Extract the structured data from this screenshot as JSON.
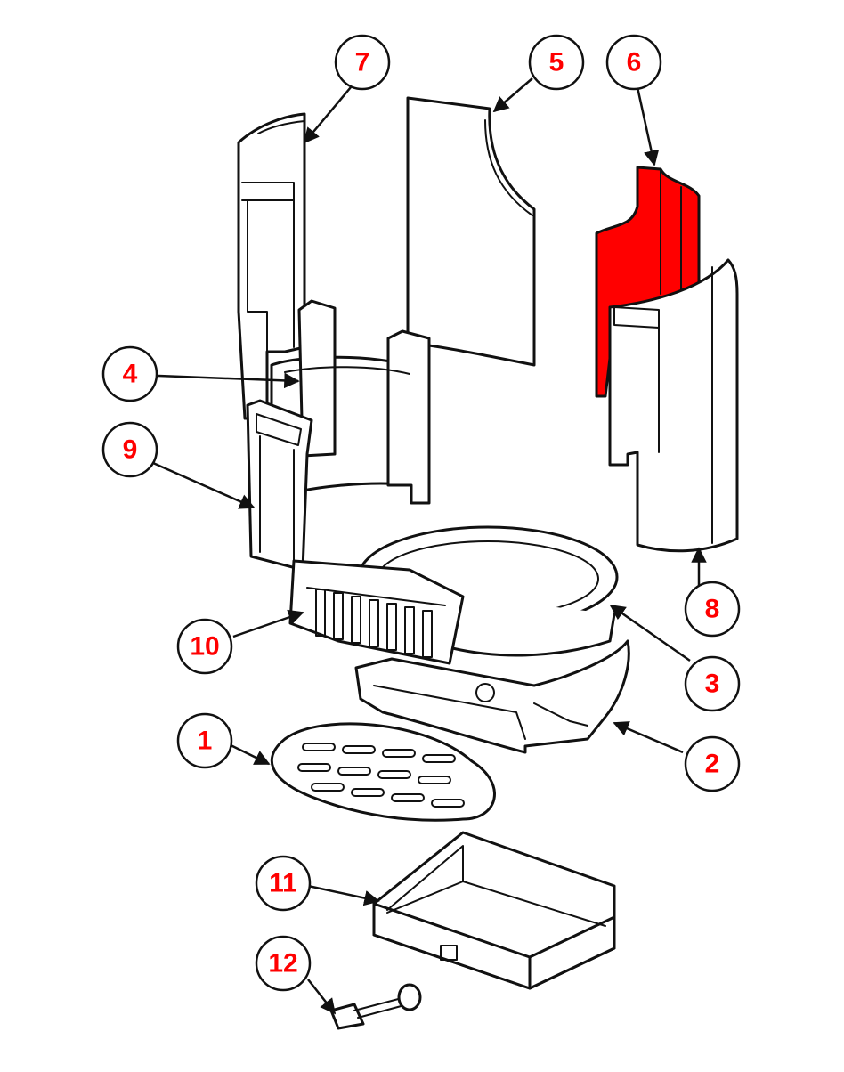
{
  "diagram": {
    "highlight_color": "#ff0000",
    "label_color": "#ff0000",
    "callouts": [
      "1",
      "2",
      "3",
      "4",
      "5",
      "6",
      "7",
      "8",
      "9",
      "10",
      "11",
      "12"
    ]
  }
}
